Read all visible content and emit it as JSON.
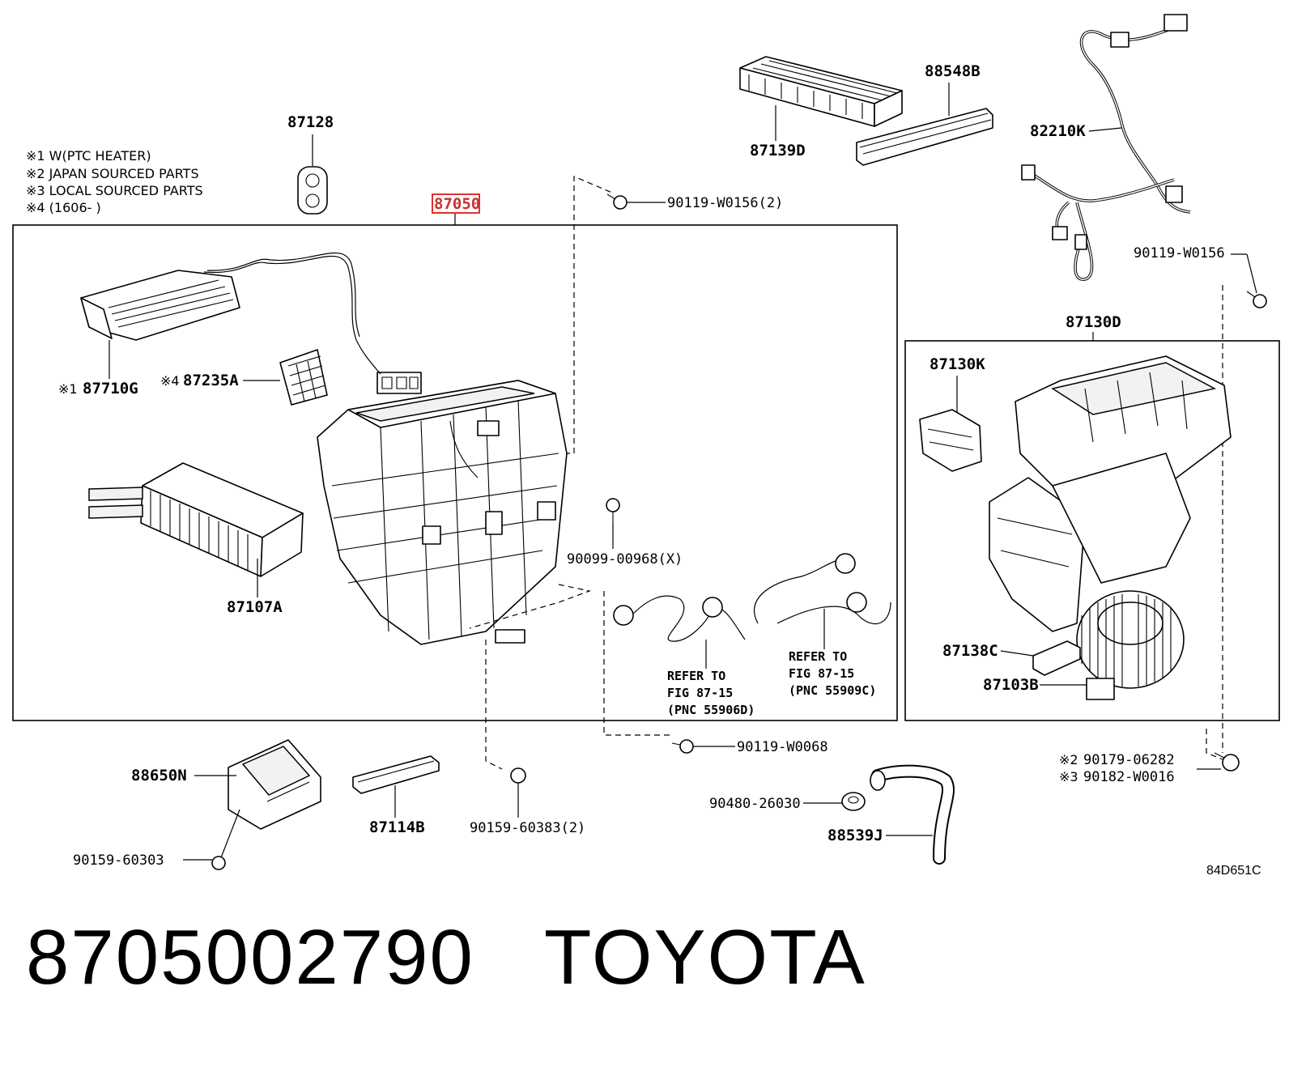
{
  "notes": [
    "※1 W(PTC HEATER)",
    "※2 JAPAN SOURCED PARTS",
    "※3 LOCAL SOURCED PARTS",
    "※4 (1606-    )"
  ],
  "highlight_color": "#e03030",
  "labels": {
    "p87128": "87128",
    "p87050": "87050",
    "p87139D": "87139D",
    "p88548B": "88548B",
    "p82210K": "82210K",
    "p90119W0156x2": "90119-W0156(2)",
    "p90119W0156": "90119-W0156",
    "p87130D": "87130D",
    "p87130K": "87130K",
    "p87710G_mark": "※1",
    "p87710G": "87710G",
    "p87235A_mark": "※4",
    "p87235A": "87235A",
    "p87107A": "87107A",
    "p90099": "90099-00968(X)",
    "p87138C": "87138C",
    "p87103B": "87103B",
    "ref1_l1": "REFER TO",
    "ref1_l2": "FIG 87-15",
    "ref1_l3": "(PNC 55906D)",
    "ref2_l1": "REFER TO",
    "ref2_l2": "FIG 87-15",
    "ref2_l3": "(PNC 55909C)",
    "p90119W0068": "90119-W0068",
    "p90179_mark": "※2",
    "p90179": "90179-06282",
    "p90182_mark": "※3",
    "p90182": "90182-W0016",
    "p88650N": "88650N",
    "p87114B": "87114B",
    "p90159_60383": "90159-60383(2)",
    "p90480": "90480-26030",
    "p88539J": "88539J",
    "p90159_60303": "90159-60303",
    "fig_code": "84D651C"
  },
  "title": {
    "part_number": "8705002790",
    "brand": "TOYOTA"
  }
}
